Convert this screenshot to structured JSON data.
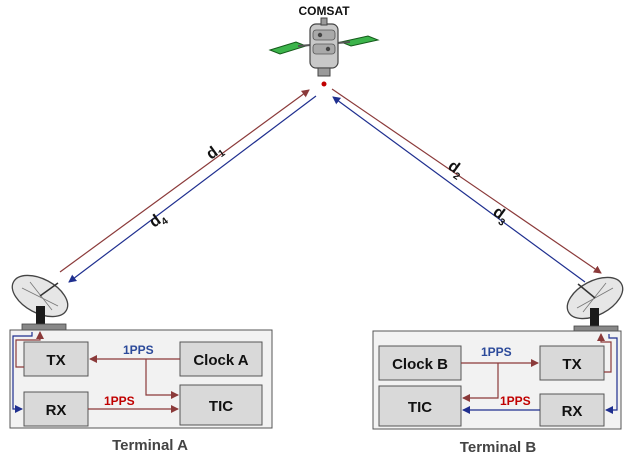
{
  "satellite": {
    "label": "COMSAT"
  },
  "links": {
    "d1": {
      "letter": "d",
      "sub": "1"
    },
    "d2": {
      "letter": "d",
      "sub": "2"
    },
    "d3": {
      "letter": "d",
      "sub": "3"
    },
    "d4": {
      "letter": "d",
      "sub": "4"
    }
  },
  "terminal_a": {
    "label": "Terminal A",
    "tx": "TX",
    "rx": "RX",
    "clock": "Clock A",
    "tic": "TIC",
    "pps_top": "1PPS",
    "pps_bottom": "1PPS"
  },
  "terminal_b": {
    "label": "Terminal B",
    "tx": "TX",
    "rx": "RX",
    "clock": "Clock B",
    "tic": "TIC",
    "pps_top": "1PPS",
    "pps_bottom": "1PPS"
  },
  "colors": {
    "uplink": "#8b3a3a",
    "downlink": "#1f2f8f",
    "pps_blue": "#2c4a9a",
    "pps_red": "#c00000",
    "box_fill": "#d9d9d9",
    "panel_fill": "#f2f2f2"
  }
}
